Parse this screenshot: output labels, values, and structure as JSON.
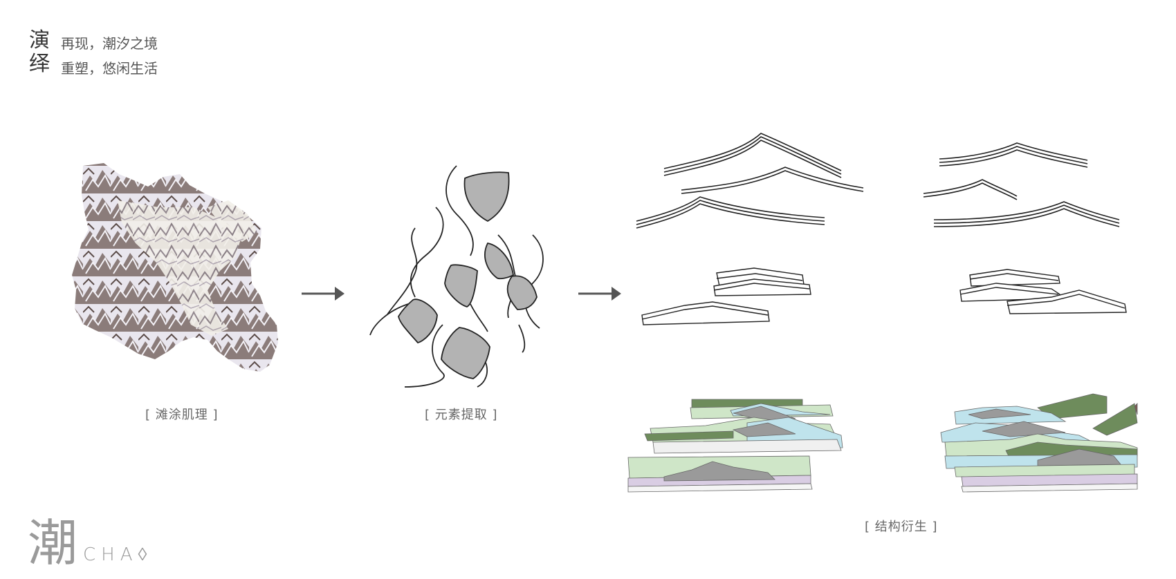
{
  "heading": {
    "vertical_char_1": "演",
    "vertical_char_2": "绎",
    "line_1": "再现，潮汐之境",
    "line_2": "重塑，悠闲生活"
  },
  "captions": {
    "texture": "[ 滩涂肌理 ]",
    "extraction": "[ 元素提取 ]",
    "structure": "[ 结构衍生 ]"
  },
  "logo": {
    "character": "潮",
    "latin": "CHA◊"
  },
  "colors": {
    "text_dark": "#333333",
    "text_mid": "#666666",
    "gray_fill": "#b3b3b3",
    "terrain_dark": "#6e5e5a",
    "terrain_light": "#ece9ef",
    "roof_green": "#6e8c5c",
    "light_green": "#cfe6c8",
    "light_blue": "#bfe3ec",
    "light_purple": "#d9cde3"
  },
  "icons": [
    "arrow-right-icon",
    "arrow-right-icon"
  ]
}
